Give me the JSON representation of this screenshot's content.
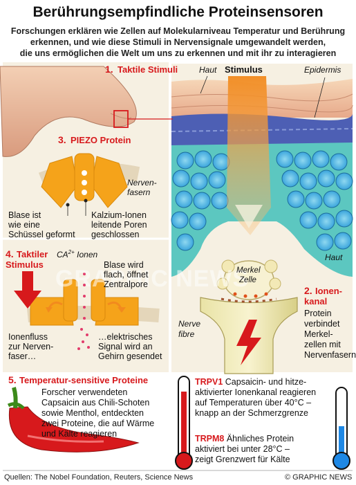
{
  "title": "Berührungsempfindliche Proteinsensoren",
  "intro": [
    "Forschungen erklären wie Zellen auf Molekularniveau  Temperatur und Berührung",
    "erkennen, und wie diese Stimuli in Nervensignale umgewandelt werden,",
    "die uns ermöglichen die Welt um uns zu erkennen und mit ihr zu interagieren"
  ],
  "labels": {
    "s1_num": "1.",
    "s1_text": "Taktile Stimuli",
    "haut_top": "Haut",
    "stimulus": "Stimulus",
    "epidermis": "Epidermis",
    "s3_num": "3.",
    "s3_text": "PIEZO Protein",
    "nervenfasern": [
      "Nerven-",
      "fasern"
    ],
    "blase": [
      "Blase ist",
      "wie eine",
      "Schüssel geformt"
    ],
    "kalzium": [
      "Kalzium-Ionen",
      "leitende Poren",
      "geschlossen"
    ],
    "s4_num": "4.",
    "s4_text": [
      "Taktiler",
      "Stimulus"
    ],
    "ca_ionen": "CA",
    "ca_sup": "2+",
    "ca_rest": " Ionen",
    "blase_flach": [
      "Blase wird",
      "flach, öffnet",
      "Zentralpore"
    ],
    "ionenfluss": [
      "Ionenfluss",
      "zur Nerven-",
      "faser…"
    ],
    "elektrisch": [
      "…elektrisches",
      "Signal wird an",
      "Gehirn gesendet"
    ],
    "haut_right": "Haut",
    "merkel": [
      "Merkel",
      "Zelle"
    ],
    "s2_num": "2.",
    "s2_text": [
      "Ionen-",
      "kanal"
    ],
    "s2_body": [
      "Protein",
      "verbindet",
      "Merkel-",
      "zellen mit",
      "Nervenfasern"
    ],
    "nerve_fibre": [
      "Nerve",
      "fibre"
    ],
    "s5_num": "5.",
    "s5_text": "Temperatur-sensitive Proteine",
    "s5_body": [
      "Forscher verwendeten",
      "Capsaicin aus Chili-Schoten",
      "sowie Menthol, entdeckten",
      "zwei Proteine, die auf Wärme",
      "und Kälte reagieren"
    ],
    "trpv1_title": "TRPV1",
    "trpv1_body": [
      " Capsaicin- und hitze-",
      "aktivierter Ionenkanal reagieren",
      "auf Temperaturen über 40°C –",
      "knapp an der Schmerzgrenze"
    ],
    "trpm8_title": "TRPM8",
    "trpm8_body": [
      " Ähnliches Protein",
      "aktiviert bei unter 28°C –",
      "zeigt Grenzwert für Kälte"
    ],
    "watermark": "GRAPHIC NEWS"
  },
  "footer": {
    "sources": "Quellen: The Nobel Foundation, Reuters, Science News",
    "credit": "© GRAPHIC NEWS"
  },
  "colors": {
    "accent_red": "#d7191c",
    "protein_orange": "#f5a31a",
    "skin_cell_blue": "#1f8fd6",
    "nerve_yellow": "#efe7a8",
    "thermo_hot": "#d7191c",
    "thermo_cold": "#1e88e5"
  }
}
